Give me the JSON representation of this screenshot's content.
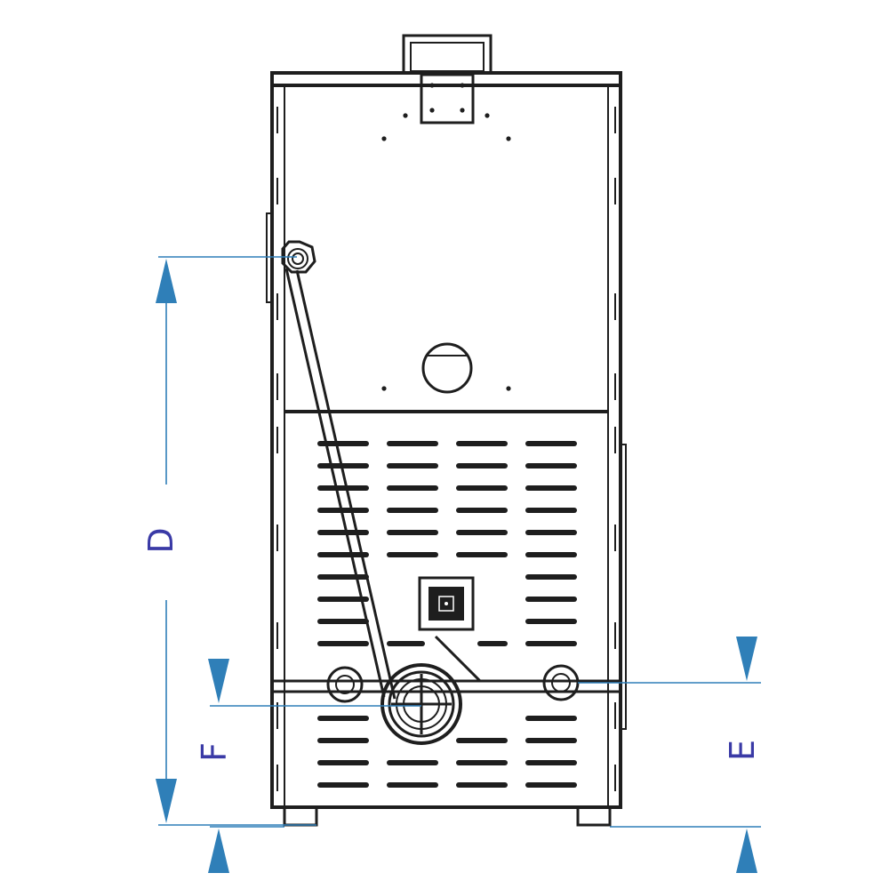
{
  "dimension_labels": {
    "d": "D",
    "e": "E",
    "f": "F"
  },
  "colors": {
    "outline": "#1e1e1e",
    "dimension_line": "#2f7fb8",
    "label": "#3a3aa6"
  }
}
